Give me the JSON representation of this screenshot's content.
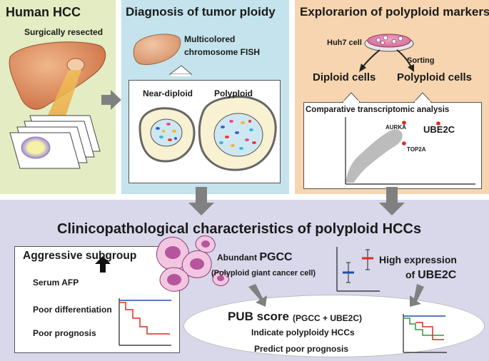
{
  "human_hcc": {
    "title": "Human HCC",
    "subtitle": "Surgically resected"
  },
  "diagnosis": {
    "title": "Diagnosis of tumor ploidy",
    "fish_line1": "Multicolored",
    "fish_line2": "chromosome FISH",
    "near_diploid": "Near-diploid",
    "polyploid": "Polyploid"
  },
  "exploration": {
    "title": "Explorarion of polyploid markers",
    "cell_line": "Huh7 cell",
    "sorting": "Sorting",
    "diploid_cells": "Diploid cells",
    "polyploid_cells": "Polyploid cells",
    "analysis": "Comparative transcriptomic analysis",
    "genes": {
      "aurka": "AURKA",
      "ube2c": "UBE2C",
      "top2a": "TOP2A"
    }
  },
  "clinico": {
    "title": "Clinicopathological characteristics of polyploid HCCs",
    "aggressive": {
      "title": "Aggressive subgroup",
      "serum_afp": "Serum AFP",
      "poor_differentiation": "Poor differentiation",
      "poor_prognosis": "Poor prognosis"
    },
    "pgcc_prefix": "Abundant ",
    "pgcc": "PGCC",
    "pgcc_desc": "(Polyploid giant cancer cell)",
    "high_expression": "High expression",
    "of_label": "of ",
    "ube2c": "UBE2C",
    "pub_score": {
      "title": "PUB score",
      "formula": "(PGCC + UBE2C)",
      "line1": "Indicate polyploidy HCCs",
      "line2": "Predict poor prognosis"
    }
  },
  "colors": {
    "green_panel": "#e3ecc3",
    "blue_panel": "#c4e3ec",
    "orange_panel": "#f6d5b0",
    "lavender_panel": "#d9d7ea",
    "arrow_grey": "#808080",
    "liver": "#d9855a",
    "curve_red": "#e02a1e",
    "curve_blue": "#1f4fa8",
    "curve_green": "#2e9a3a",
    "pgcc_purple": "#b5559e"
  }
}
